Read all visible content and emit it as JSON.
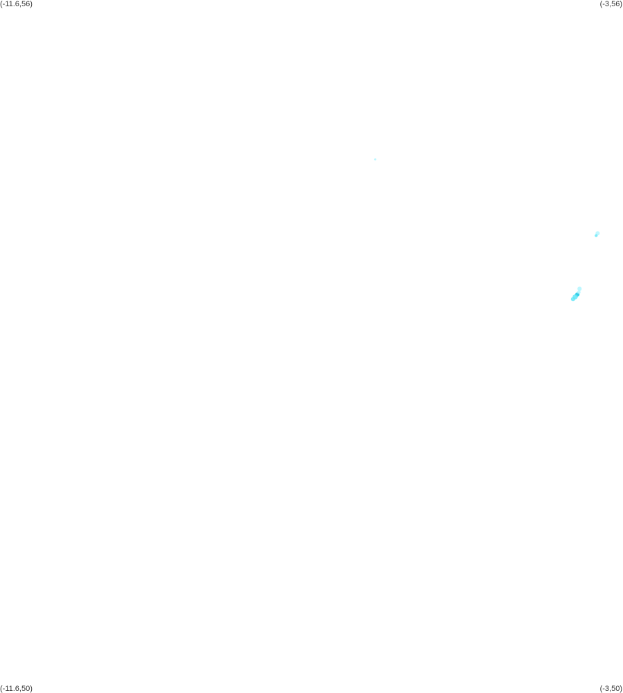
{
  "map": {
    "bounds": {
      "lon_min": -11.6,
      "lon_max": -3,
      "lat_min": 50,
      "lat_max": 56
    },
    "corner_labels": {
      "top_left": "(-11.6,56)",
      "top_right": "(-3,56)",
      "bottom_left": "(-11.6,50)",
      "bottom_right": "(-3,50)"
    },
    "colors": {
      "background": "#ffffff",
      "point_light": "#a6f4ff",
      "point_mid": "#5fe6f7",
      "point_dark": "#21c9e6"
    },
    "points": [
      {
        "lon": -6.42,
        "lat": 54.62,
        "intensity": 0.5,
        "size": 0.03
      },
      {
        "lon": -3.35,
        "lat": 53.98,
        "intensity": 0.4,
        "size": 0.06
      },
      {
        "lon": -3.37,
        "lat": 53.96,
        "intensity": 0.6,
        "size": 0.04
      },
      {
        "lon": -3.6,
        "lat": 53.5,
        "intensity": 0.5,
        "size": 0.06
      },
      {
        "lon": -3.63,
        "lat": 53.45,
        "intensity": 0.9,
        "size": 0.06
      },
      {
        "lon": -3.66,
        "lat": 53.43,
        "intensity": 0.7,
        "size": 0.07
      },
      {
        "lon": -3.69,
        "lat": 53.41,
        "intensity": 0.6,
        "size": 0.06
      },
      {
        "lon": -3.61,
        "lat": 53.47,
        "intensity": 0.4,
        "size": 0.05
      }
    ]
  }
}
